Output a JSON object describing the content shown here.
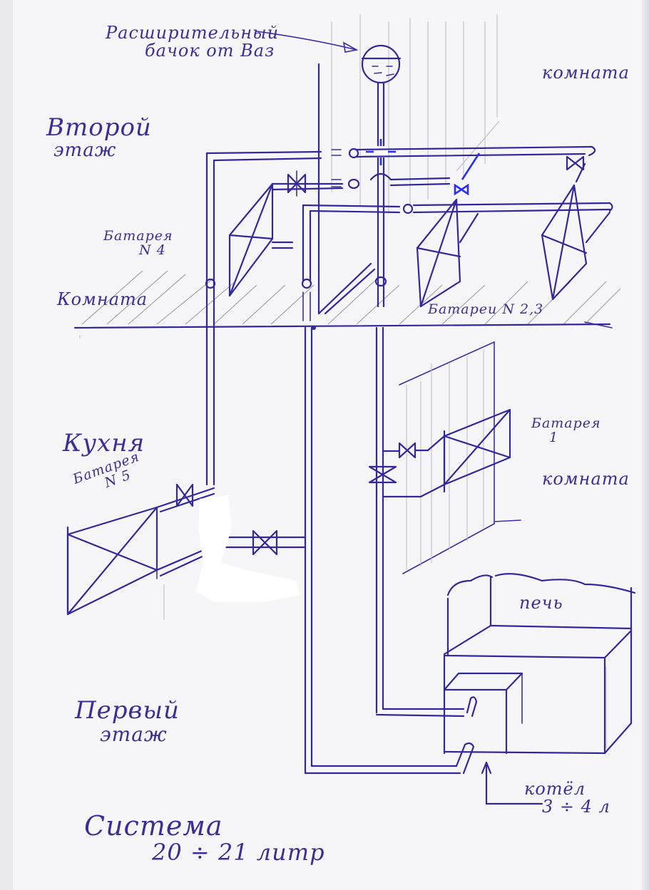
{
  "diagram": {
    "type": "hand-drawn heating system schematic",
    "colors": {
      "ink": "#33289a",
      "pencil": "#9a9aa6",
      "paper": "#f6f6f9",
      "correction_blue": "#2a2ef0"
    },
    "labels": {
      "expansion_tank": {
        "line1": "Расширительный",
        "line2": "бачок от Ваз"
      },
      "second_floor": {
        "line1": "Второй",
        "line2": "этаж"
      },
      "room_top_right": "комната",
      "battery_4": {
        "line1": "Батарея",
        "line2": "N 4"
      },
      "room_left": "Комната",
      "battery_2_3": "Батареи N 2,3",
      "kitchen": "Кухня",
      "battery_5": {
        "line1": "Батарея",
        "line2": "N 5"
      },
      "battery_1": {
        "line1": "Батарея",
        "line2": "1"
      },
      "room_right": "комната",
      "stove": "печь",
      "first_floor": {
        "line1": "Первый",
        "line2": "этаж"
      },
      "boiler": {
        "line1": "котёл",
        "line2": "3 ÷ 4 л"
      },
      "system": {
        "line1": "Система",
        "line2": "20 ÷ 21 литр"
      }
    },
    "components": [
      {
        "name": "expansion-tank",
        "kind": "tank"
      },
      {
        "name": "battery-1",
        "kind": "radiator",
        "floor": "first"
      },
      {
        "name": "battery-2",
        "kind": "radiator",
        "floor": "second"
      },
      {
        "name": "battery-3",
        "kind": "radiator",
        "floor": "second"
      },
      {
        "name": "battery-4",
        "kind": "radiator",
        "floor": "second"
      },
      {
        "name": "battery-5",
        "kind": "radiator",
        "floor": "first"
      },
      {
        "name": "stove",
        "kind": "stove"
      },
      {
        "name": "boiler",
        "kind": "boiler"
      }
    ]
  }
}
